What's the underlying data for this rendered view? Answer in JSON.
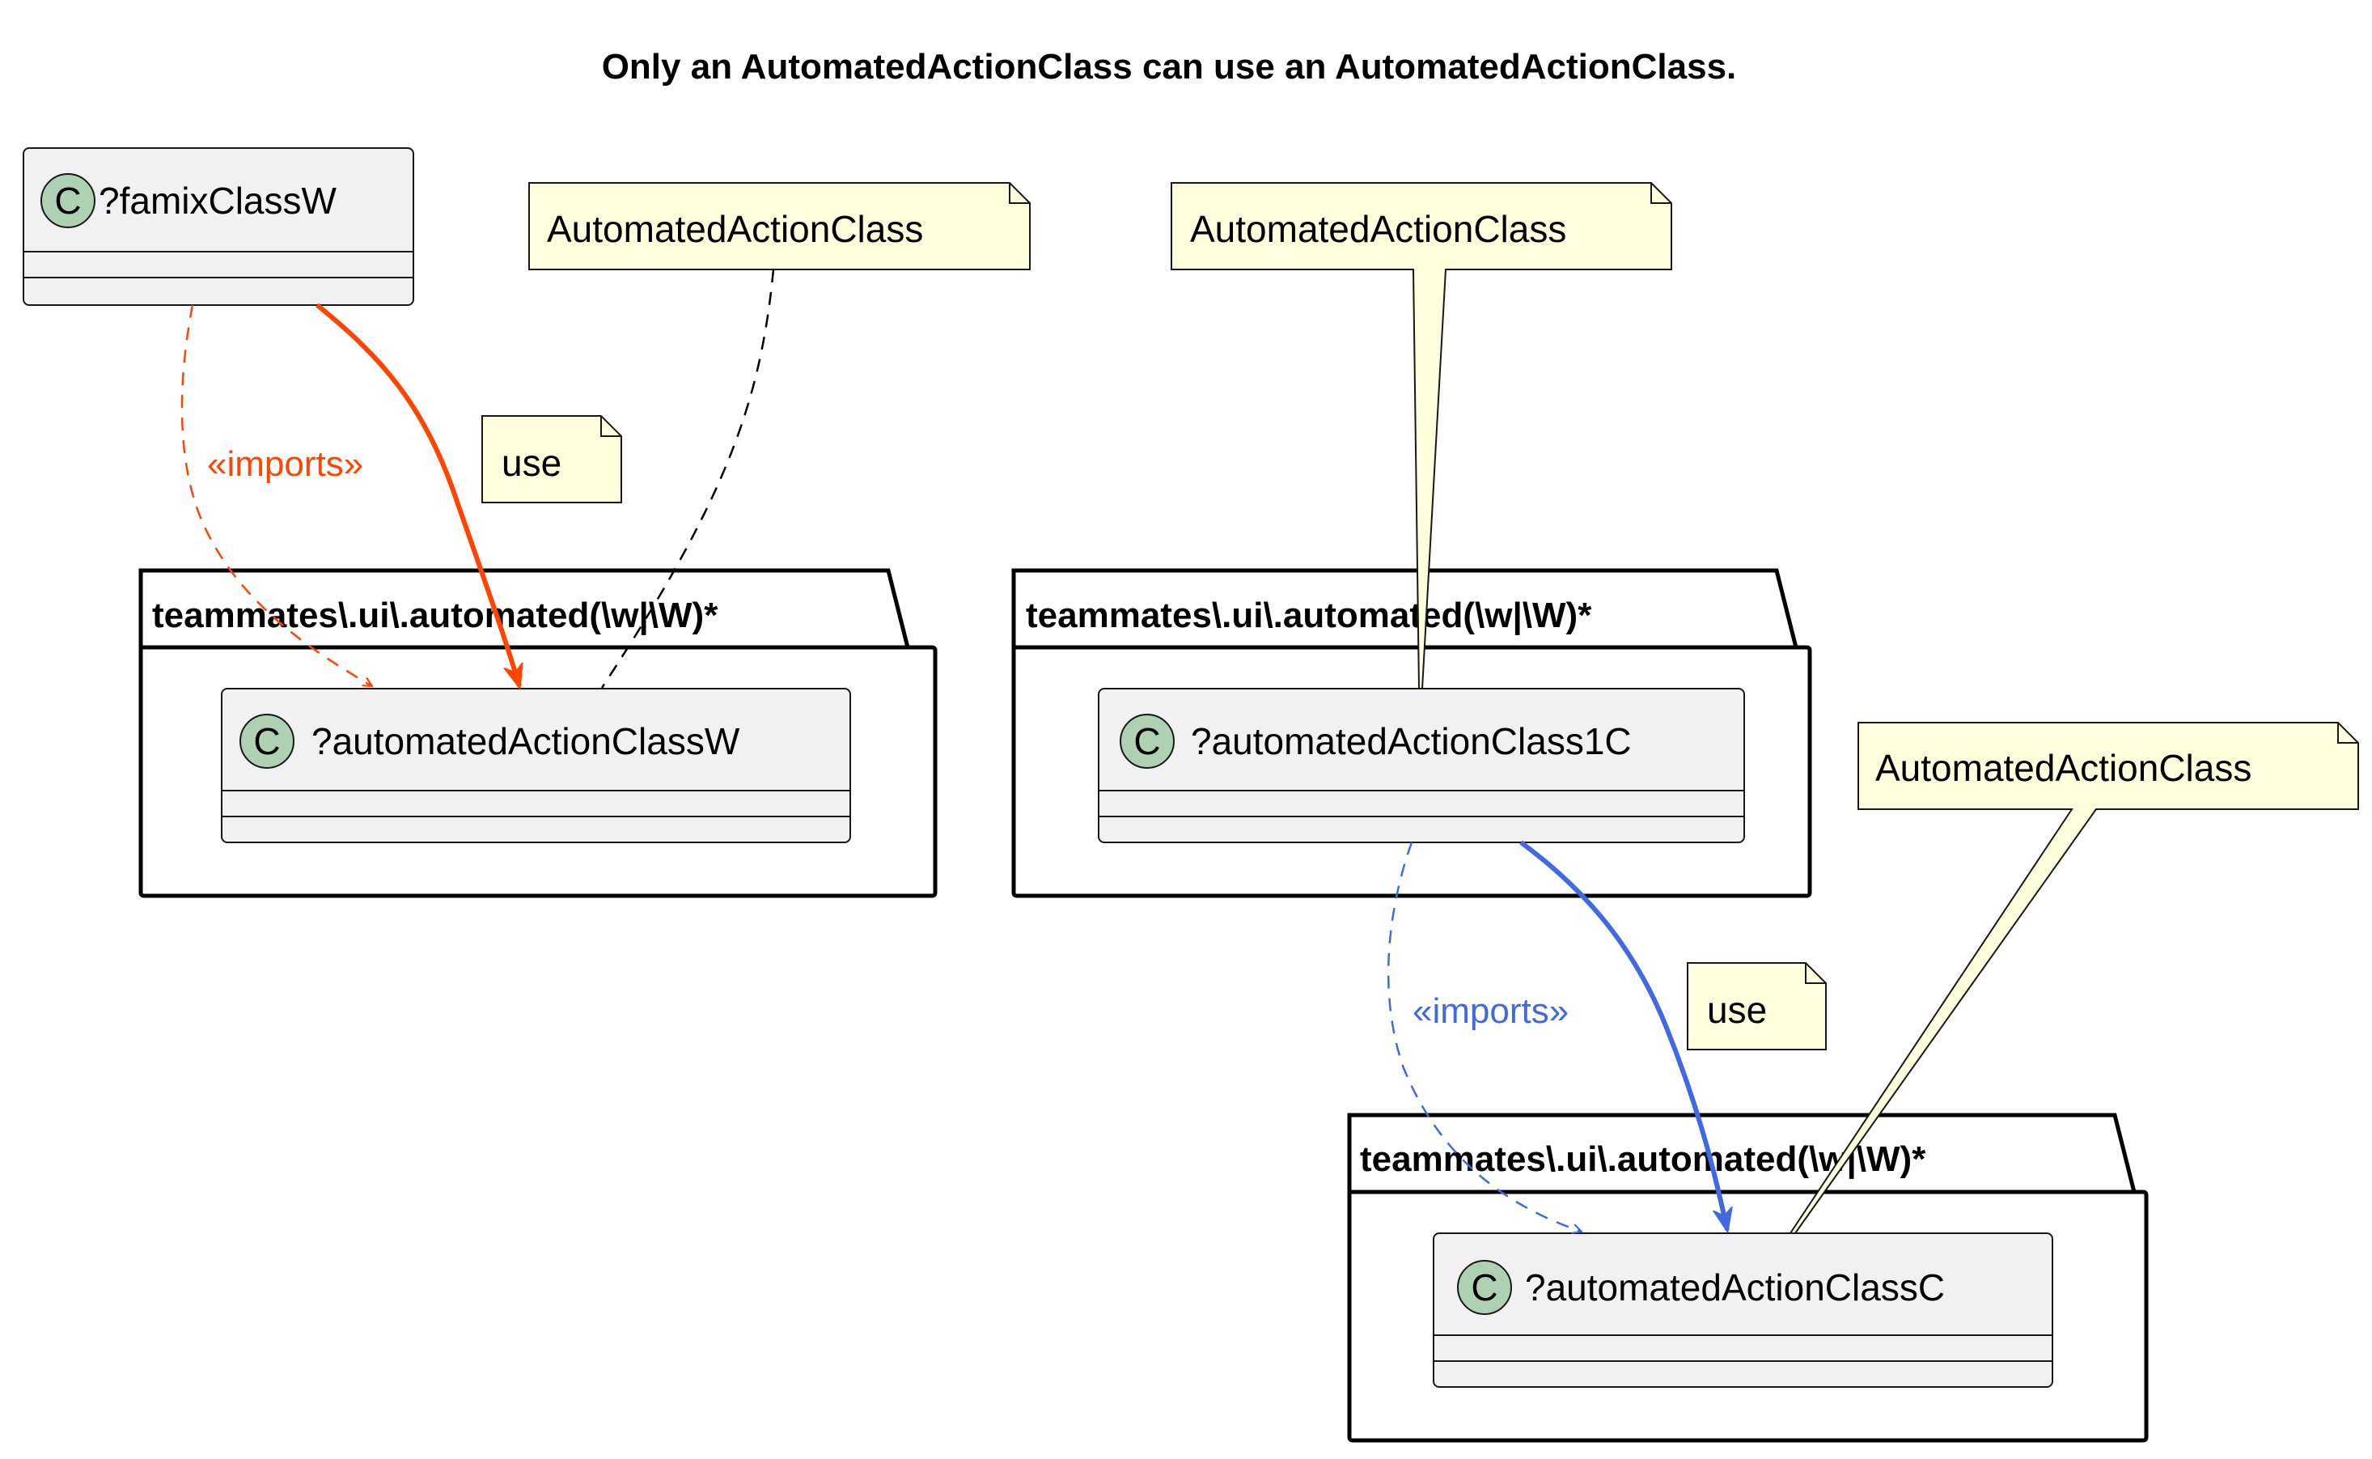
{
  "title": "Only an AutomatedActionClass can use an AutomatedActionClass.",
  "colors": {
    "class_fill": "#f1f1f1",
    "class_badge": "#add1b2",
    "note_fill": "#feffdd",
    "orange": "#ff4500",
    "blue": "#4169e1"
  },
  "packages": [
    {
      "label": "teammates\\.ui\\.automated(\\w|\\W)*"
    },
    {
      "label": "teammates\\.ui\\.automated(\\w|\\W)*"
    },
    {
      "label": "teammates\\.ui\\.automated(\\w|\\W)*"
    }
  ],
  "classes": {
    "famix": {
      "badge": "C",
      "name": "?famixClassW"
    },
    "w": {
      "badge": "C",
      "name": "?automatedActionClassW"
    },
    "c1": {
      "badge": "C",
      "name": "?automatedActionClass1C"
    },
    "c": {
      "badge": "C",
      "name": "?automatedActionClassC"
    }
  },
  "notes": {
    "n1": "AutomatedActionClass",
    "n2": "AutomatedActionClass",
    "n3": "AutomatedActionClass",
    "use1": "use",
    "use2": "use"
  },
  "edges": {
    "imports_orange": "«imports»",
    "imports_blue": "«imports»"
  }
}
